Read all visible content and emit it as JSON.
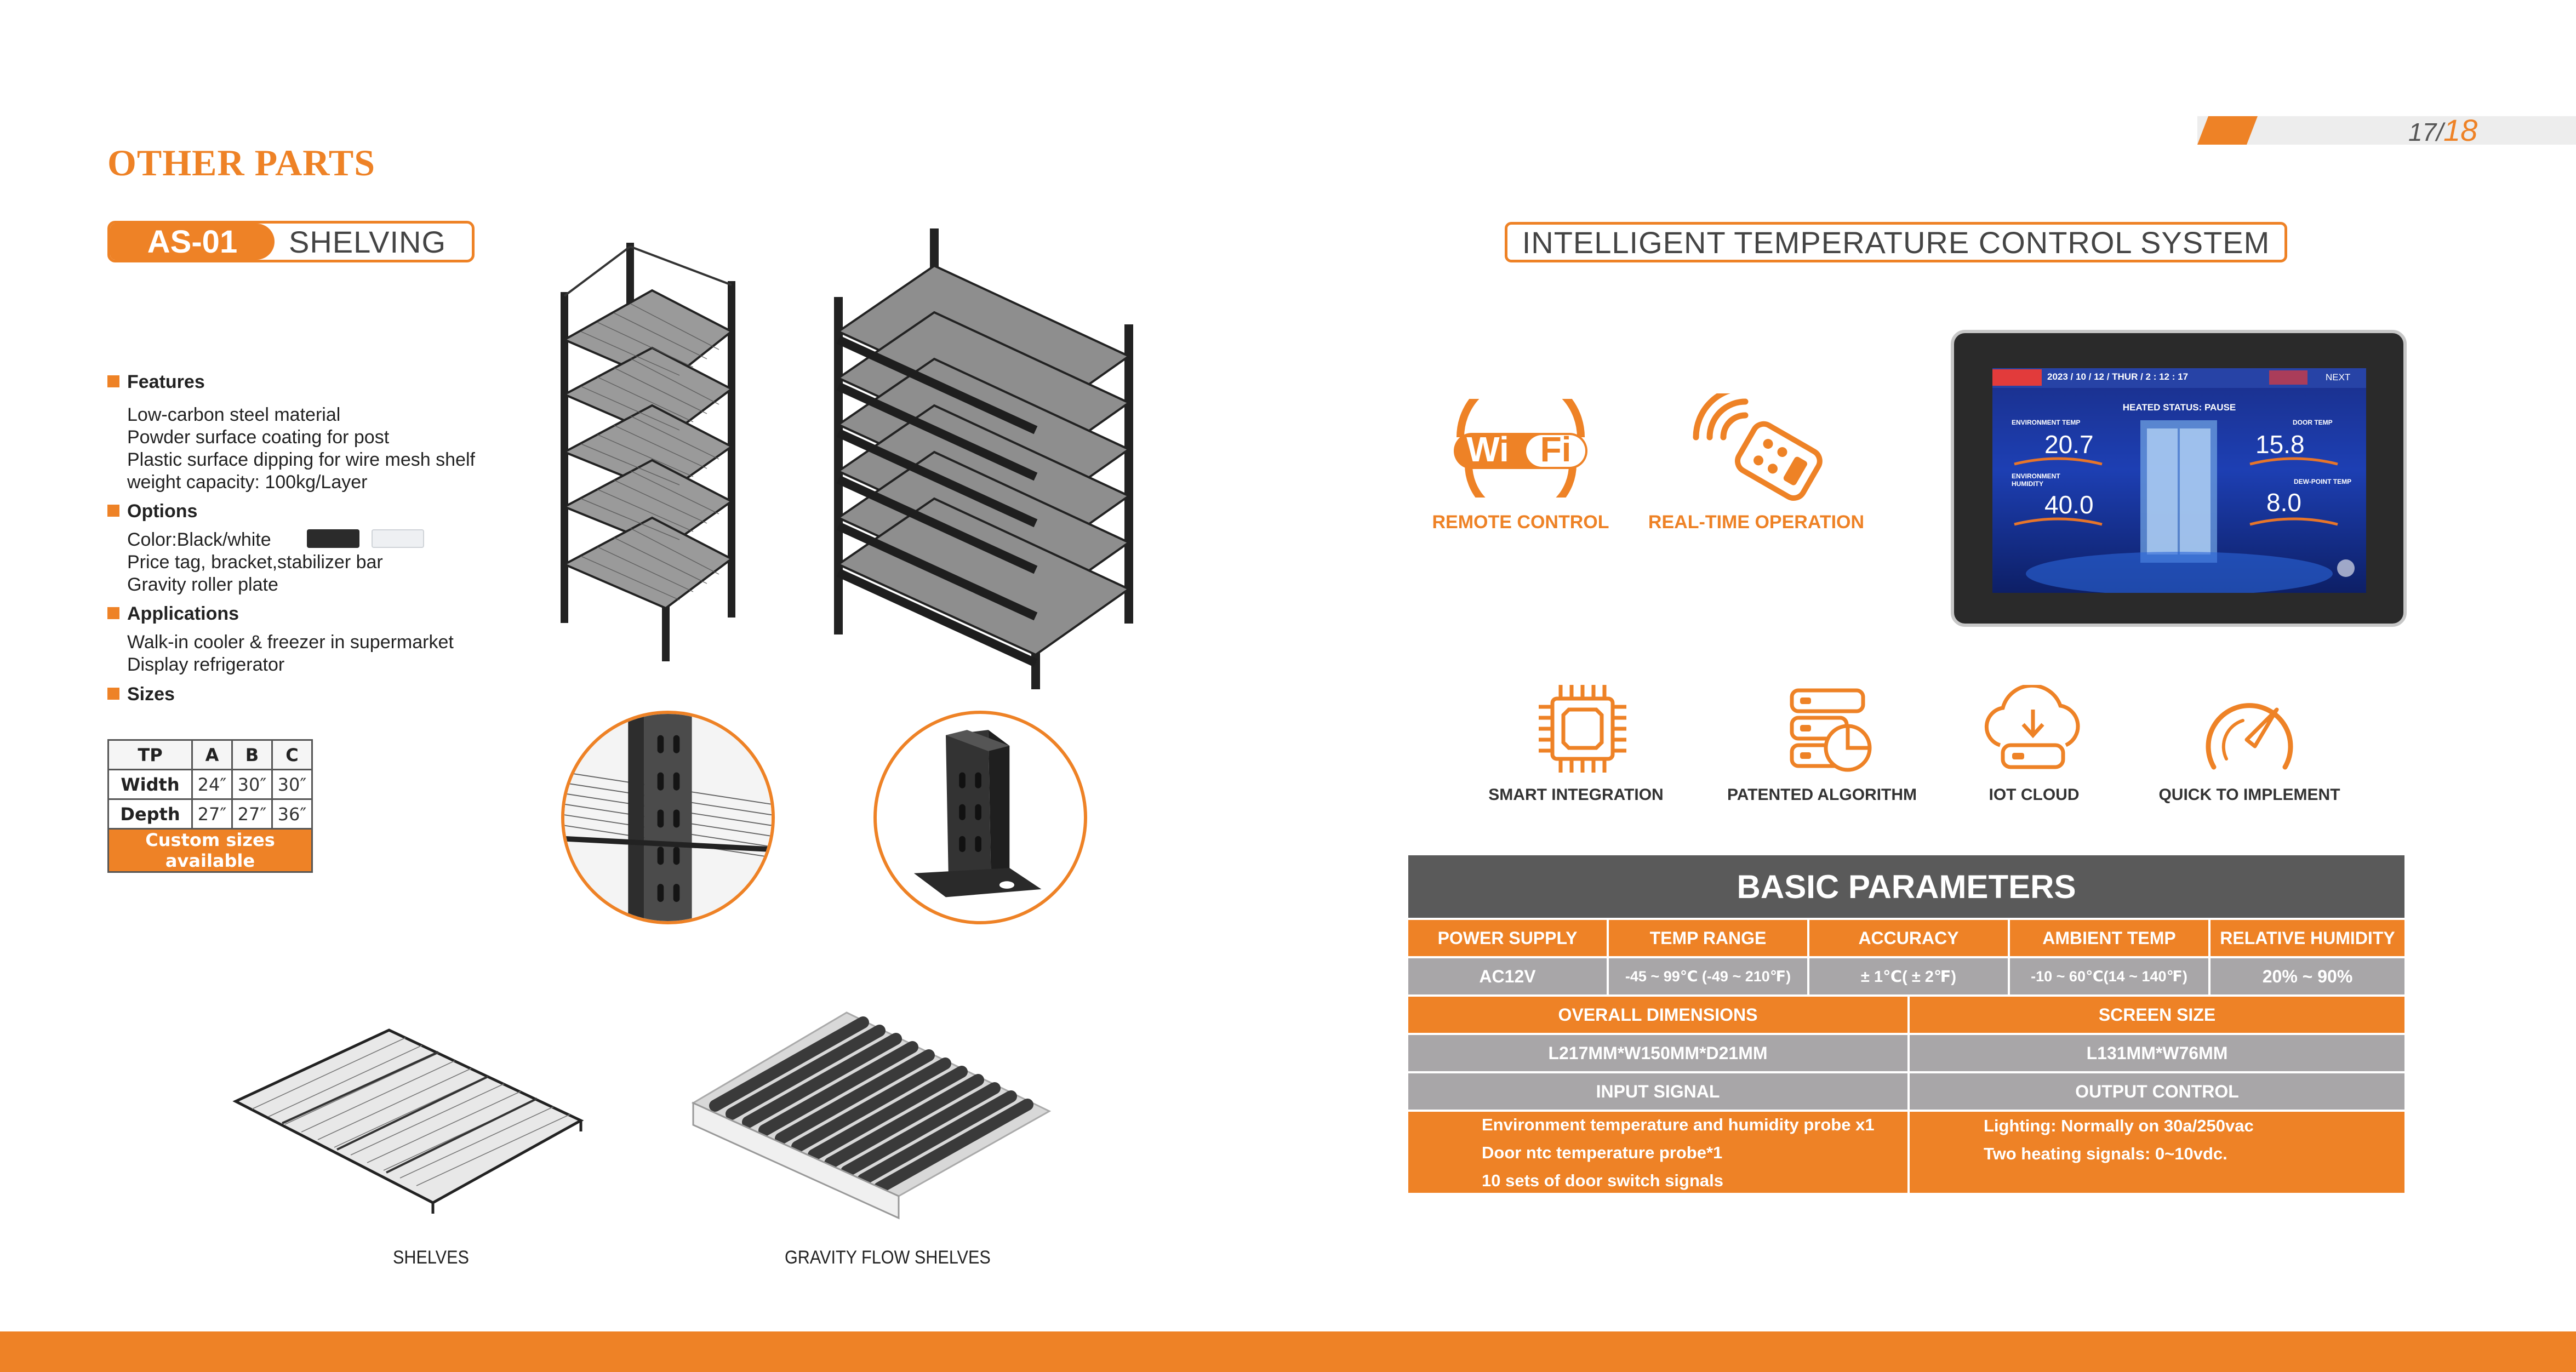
{
  "header": {
    "title": "OTHER PARTS",
    "page_current": "17/",
    "page_total": "18"
  },
  "product": {
    "code": "AS-01",
    "name": "SHELVING"
  },
  "features": {
    "title": "Features",
    "items": [
      "Low-carbon steel material",
      "Powder surface coating for post",
      "Plastic surface dipping for wire mesh shelf",
      "weight capacity: 100kg/Layer"
    ]
  },
  "options": {
    "title": "Options",
    "color_line": "Color:Black/white",
    "swatch_black": "#2b2b2b",
    "swatch_white": "#eef0f3",
    "items": [
      "Price tag, bracket,stabilizer bar",
      "Gravity roller plate"
    ]
  },
  "applications": {
    "title": "Applications",
    "items": [
      "Walk-in cooler & freezer in supermarket",
      "Display refrigerator"
    ]
  },
  "sizes": {
    "title": "Sizes",
    "headers": [
      "TP",
      "A",
      "B",
      "C"
    ],
    "rows": [
      {
        "label": "Width",
        "values": [
          "24″",
          "30″",
          "30″"
        ]
      },
      {
        "label": "Depth",
        "values": [
          "27″",
          "27″",
          "36″"
        ]
      }
    ],
    "note": "Custom sizes available"
  },
  "captions": {
    "shelves": "SHELVES",
    "gravity": "GRAVITY FLOW SHELVES"
  },
  "system": {
    "title": "INTELLIGENT TEMPERATURE CONTROL SYSTEM",
    "remote_label": "REMOTE CONTROL",
    "realtime_label": "REAL-TIME OPERATION",
    "wifi_text_1": "Wi",
    "wifi_text_2": "Fi",
    "screen": {
      "date": "2023 / 10 / 12 / THUR  /  2 : 12 : 17",
      "next": "NEXT",
      "status": "HEATED STATUS: PAUSE",
      "env_temp_label": "ENVIRONMENT TEMP",
      "env_temp": "20.7",
      "door_temp_label": "DOOR TEMP",
      "door_temp": "15.8",
      "env_hum_label": "ENVIRONMENT HUMIDITY",
      "env_hum": "40.0",
      "dew_label": "DEW-POINT TEMP",
      "dew": "8.0"
    },
    "icons": [
      {
        "icon": "chip-icon",
        "label": "SMART INTEGRATION"
      },
      {
        "icon": "server-chart-icon",
        "label": "PATENTED ALGORITHM"
      },
      {
        "icon": "cloud-download-icon",
        "label": "IOT CLOUD"
      },
      {
        "icon": "gauge-icon",
        "label": "QUICK TO IMPLEMENT"
      }
    ]
  },
  "parameters": {
    "title": "BASIC PARAMETERS",
    "headers": [
      "POWER SUPPLY",
      "TEMP RANGE",
      "ACCURACY",
      "AMBIENT TEMP",
      "RELATIVE HUMIDITY"
    ],
    "values": [
      "AC12V",
      "-45 ~ 99℃ (-49 ~ 210℉)",
      "± 1℃( ± 2℉)",
      "-10 ~ 60℃(14 ~ 140℉)",
      "20% ~ 90%"
    ],
    "dims_label": "OVERALL DIMENSIONS",
    "screen_label": "SCREEN SIZE",
    "dims_value": "L217MM*W150MM*D21MM",
    "screen_value": "L131MM*W76MM",
    "input_label": "INPUT SIGNAL",
    "output_label": "OUTPUT CONTROL",
    "inputs": [
      "Environment temperature and humidity probe x1",
      "Door ntc temperature probe*1",
      "10 sets of door switch signals"
    ],
    "outputs": [
      "Lighting: Normally on 30a/250vac",
      "Two heating signals: 0~10vdc."
    ]
  }
}
